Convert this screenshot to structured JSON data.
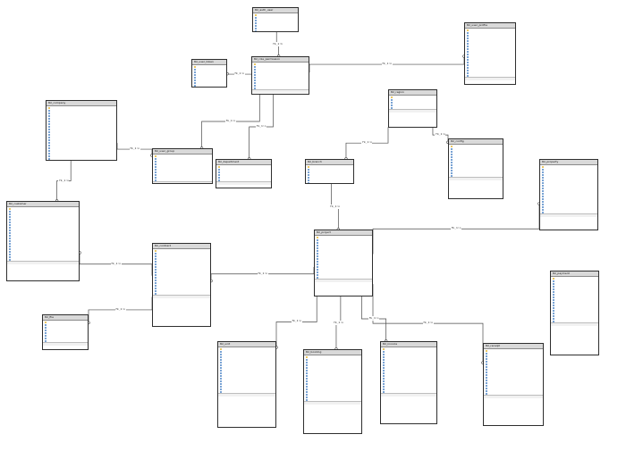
{
  "diagram": {
    "name": "er-diagram",
    "colors": {
      "line": "#4a4a4a",
      "border": "#2e2e2e",
      "header": "#d9d9d9"
    },
    "tables": [
      {
        "id": "t_top",
        "header": "tbl_auth_user",
        "rows": 8,
        "sect": 1,
        "subs": 2
      },
      {
        "id": "t_role",
        "header": "tbl_role_permission",
        "rows": 10,
        "sect": 1,
        "subs": 2
      },
      {
        "id": "t_left_small",
        "header": "tbl_user_token",
        "rows": 9,
        "sect": 0,
        "subs": 0
      },
      {
        "id": "t_right_top",
        "header": "tbl_user_profile",
        "rows": 18,
        "sect": 1,
        "subs": 3
      },
      {
        "id": "t_left1",
        "header": "tbl_company",
        "rows": 20,
        "sect": 1,
        "subs": 3
      },
      {
        "id": "t_mid_up",
        "header": "tbl_user_group",
        "rows": 10,
        "sect": 1,
        "subs": 2
      },
      {
        "id": "t_center_mid",
        "header": "tbl_department",
        "rows": 6,
        "sect": 1,
        "subs": 2
      },
      {
        "id": "t_mid_sm",
        "header": "tbl_branch",
        "rows": 7,
        "sect": 1,
        "subs": 2
      },
      {
        "id": "t_center_right",
        "header": "tbl_region",
        "rows": 5,
        "sect": 1,
        "subs": 1
      },
      {
        "id": "t_rmid",
        "header": "tbl_config",
        "rows": 12,
        "sect": 1,
        "subs": 1
      },
      {
        "id": "t_right_big",
        "header": "tbl_property",
        "rows": 18,
        "sect": 1,
        "subs": 4
      },
      {
        "id": "t_left2",
        "header": "tbl_customer",
        "rows": 20,
        "sect": 1,
        "subs": 6
      },
      {
        "id": "t_center_main",
        "header": "tbl_project",
        "rows": 16,
        "sect": 1,
        "subs": 6
      },
      {
        "id": "t_center_left",
        "header": "tbl_contract",
        "rows": 17,
        "sect": 1,
        "subs": 8
      },
      {
        "id": "t_left_bottom",
        "header": "tbl_file",
        "rows": 8,
        "sect": 1,
        "subs": 1
      },
      {
        "id": "t_right_b2",
        "header": "tbl_payment",
        "rows": 17,
        "sect": 1,
        "subs": 5
      },
      {
        "id": "t_bot1",
        "header": "tbl_unit",
        "rows": 17,
        "sect": 1,
        "subs": 7
      },
      {
        "id": "t_bot2",
        "header": "tbl_booking",
        "rows": 17,
        "sect": 1,
        "subs": 7
      },
      {
        "id": "t_bot3",
        "header": "tbl_invoice",
        "rows": 17,
        "sect": 1,
        "subs": 6
      },
      {
        "id": "t_bot4",
        "header": "tbl_receipt",
        "rows": 17,
        "sect": 1,
        "subs": 6
      }
    ],
    "relations": [
      {
        "label": "fk_1:1",
        "from": "t_top",
        "to": "t_role"
      },
      {
        "label": "fk_1:n",
        "from": "t_role",
        "to": "t_left_small"
      },
      {
        "label": "fk_1:n",
        "from": "t_role",
        "to": "t_right_top"
      },
      {
        "label": "fk_1:n",
        "from": "t_role",
        "to": "t_mid_up"
      },
      {
        "label": "fk_1:n",
        "from": "t_role",
        "to": "t_center_mid"
      },
      {
        "label": "fk_1:n",
        "from": "t_left1",
        "to": "t_mid_up"
      },
      {
        "label": "fk_1:n",
        "from": "t_left1",
        "to": "t_left2"
      },
      {
        "label": "fk_1:n",
        "from": "t_center_right",
        "to": "t_mid_sm"
      },
      {
        "label": "fk_1:n",
        "from": "t_center_right",
        "to": "t_rmid"
      },
      {
        "label": "fk_1:n",
        "from": "t_mid_sm",
        "to": "t_center_main"
      },
      {
        "label": "fk_1:n",
        "from": "t_center_main",
        "to": "t_center_left"
      },
      {
        "label": "fk_1:n",
        "from": "t_center_main",
        "to": "t_right_big"
      },
      {
        "label": "fk_1:n",
        "from": "t_center_left",
        "to": "t_left2"
      },
      {
        "label": "fk_1:n",
        "from": "t_center_left",
        "to": "t_left_bottom"
      },
      {
        "label": "fk_1:n",
        "from": "t_center_main",
        "to": "t_bot1"
      },
      {
        "label": "fk_1:n",
        "from": "t_center_main",
        "to": "t_bot2"
      },
      {
        "label": "fk_1:n",
        "from": "t_center_main",
        "to": "t_bot3"
      },
      {
        "label": "fk_1:n",
        "from": "t_center_main",
        "to": "t_bot4"
      }
    ]
  }
}
